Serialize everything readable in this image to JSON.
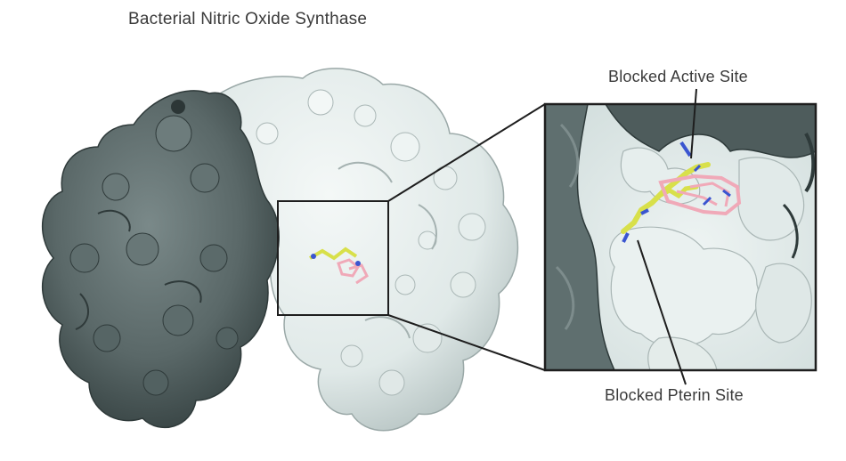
{
  "title": "Bacterial Nitric Oxide Synthase",
  "annotations": {
    "active_site": "Blocked Active Site",
    "pterin_site": "Blocked Pterin Site"
  },
  "colors": {
    "dark_subunit": "#5c6b6b",
    "dark_subunit_highlight": "#7f8e8e",
    "dark_subunit_shadow": "#2f3a3a",
    "light_subunit": "#e4eceb",
    "light_subunit_shadow": "#b6c3c2",
    "ligand_yellow": "#d8e04a",
    "ligand_pink": "#f0a9b8",
    "ligand_blue": "#3a55d0",
    "outline": "#1e1e1e"
  }
}
